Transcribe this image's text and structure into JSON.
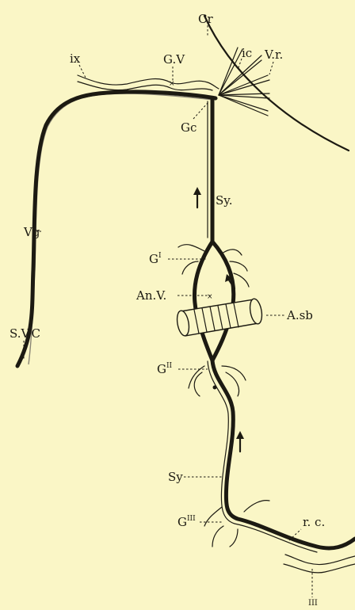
{
  "labels": {
    "cr": "Cr",
    "vr": "V.r.",
    "ix": "ix",
    "gv": "G.V",
    "ic": "ic",
    "gc": "Gc",
    "sy_upper": "Sy.",
    "vg": "Vg",
    "g1_main": "G",
    "g1_sup": "I",
    "anv": "An.V.",
    "asb": "A.sb",
    "svc": "S.V.C",
    "g2_main": "G",
    "g2_sup": "II",
    "sy_lower": "Sy",
    "g3_main": "G",
    "g3_sup": "III",
    "rc": "r. c.",
    "iii": "III"
  }
}
